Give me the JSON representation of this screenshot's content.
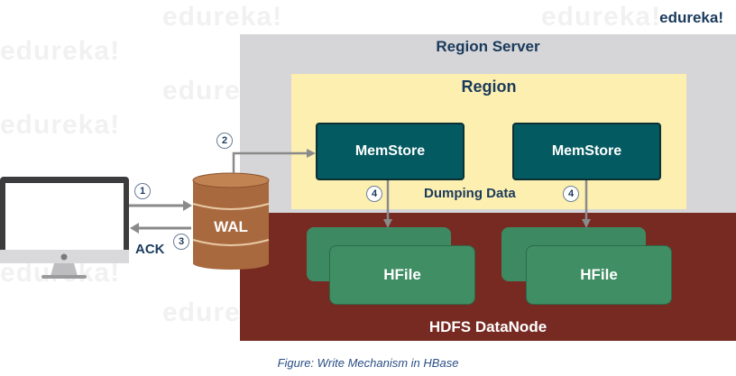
{
  "brand": "edureka!",
  "watermark": "edureka!",
  "region_server": {
    "title": "Region Server"
  },
  "region": {
    "title": "Region",
    "memstores": [
      "MemStore",
      "MemStore"
    ],
    "dumping_label": "Dumping Data"
  },
  "hdfs": {
    "title": "HDFS DataNode",
    "hfiles": [
      "HFile",
      "HFile"
    ]
  },
  "wal": {
    "label": "WAL"
  },
  "ack": "ACK",
  "steps": [
    "1",
    "2",
    "3",
    "4",
    "4"
  ],
  "caption": "Figure: Write Mechanism in HBase",
  "colors": {
    "region_server_bg": "#d6d6d8",
    "region_bg": "#fdefb0",
    "hdfs_bg": "#762a22",
    "memstore": "#045a61",
    "hfile": "#3f8e64",
    "wal": "#a8693f",
    "text_dark": "#1a3a5c"
  },
  "icons": [
    "imac-computer-icon",
    "apple-logo-icon",
    "database-cylinder-icon"
  ]
}
